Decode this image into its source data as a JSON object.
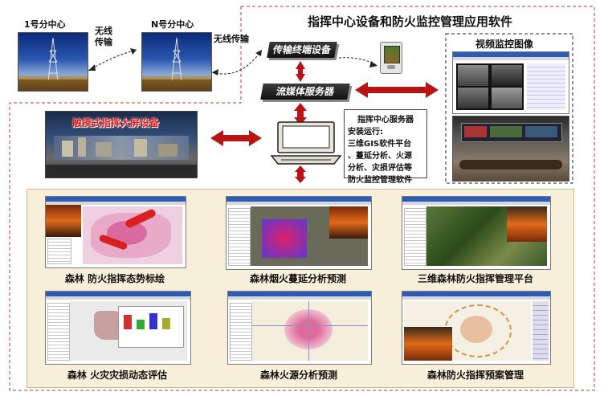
{
  "titles": {
    "main": "指挥中心设备和防火监控管理应用软件",
    "video": "视频监控图像"
  },
  "stations": {
    "station1": "1号分中心",
    "stationN": "N号分中心",
    "wireless1": "无线\n传输",
    "wireless2": "无线传输"
  },
  "devices": {
    "terminal": "传输终端设备",
    "streaming": "流媒体服务器",
    "touchscreen": "触摸式指挥大屏设备"
  },
  "server_note": {
    "title": "指挥中心服务器",
    "lines": [
      "安装运行:",
      "三维GIS软件平台",
      "、蔓延分析、火源",
      "分析、灾损评估等",
      "防火监控管理软件"
    ]
  },
  "apps": [
    {
      "label": "森林 防火指挥态势标绘"
    },
    {
      "label": "森林烟火蔓延分析预测"
    },
    {
      "label": "三维森林防火指挥管理平台"
    },
    {
      "label": "森林 火灾灾损动态评估"
    },
    {
      "label": "森林火源分析预测"
    },
    {
      "label": "森林防火指挥预案管理"
    }
  ],
  "colors": {
    "arrow": "#b81414",
    "panel": "#f7efd9",
    "dash": "#cc3333"
  }
}
